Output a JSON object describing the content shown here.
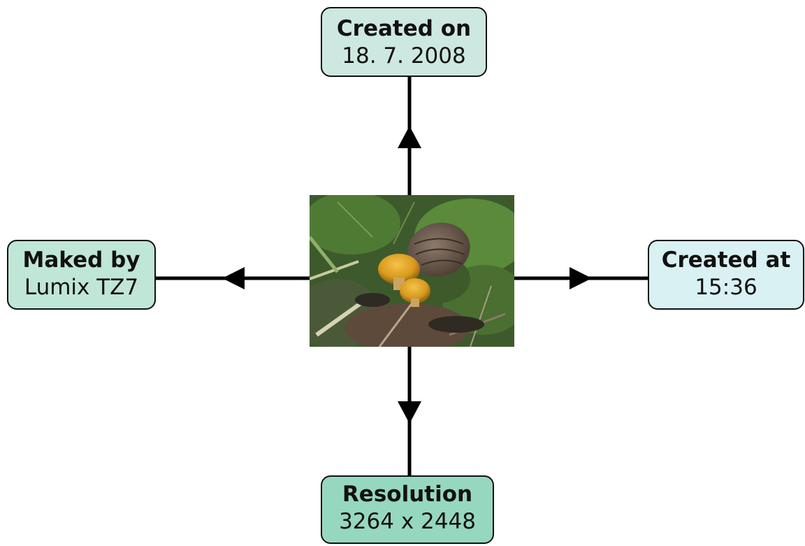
{
  "colors": {
    "node_fill_light": "#cde8e0",
    "node_fill_mint": "#bfe6d6",
    "node_fill_pale": "#d9f1f2",
    "node_fill_green": "#96d8bf",
    "line": "#000000"
  },
  "center_image": {
    "icon": "mushroom-photo"
  },
  "nodes": {
    "created_on": {
      "title": "Created on",
      "value": "18. 7. 2008"
    },
    "maked_by": {
      "title": "Maked by",
      "value": "Lumix TZ7"
    },
    "created_at": {
      "title": "Created at",
      "value": "15:36"
    },
    "resolution": {
      "title": "Resolution",
      "value": "3264 x 2448"
    }
  }
}
